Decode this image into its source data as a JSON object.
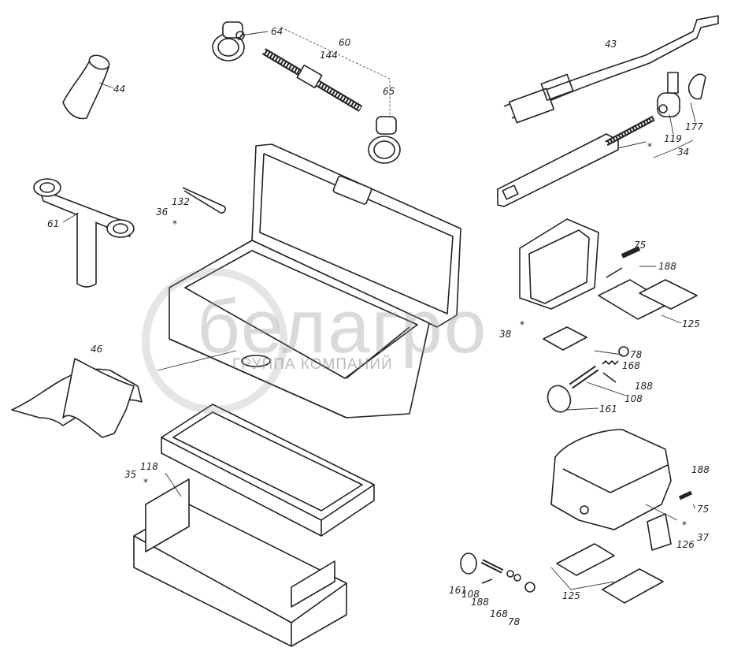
{
  "diagram": {
    "watermark": {
      "brand": "белагро",
      "subtitle": "ГРУППА КОМПАНИЙ"
    },
    "labels": {
      "l64": "64",
      "l60": "60",
      "l144": "144",
      "l65": "65",
      "l44": "44",
      "l43": "43",
      "l119": "119",
      "l177": "177",
      "l34": "34",
      "l36": "36",
      "l132": "132",
      "l61": "61",
      "l75a": "75",
      "l188a": "188",
      "l125a": "125",
      "l38": "38",
      "l78a": "78",
      "l168a": "168",
      "l188b": "188",
      "l108a": "108",
      "l161a": "161",
      "l46": "46",
      "l35": "35",
      "l118": "118",
      "l188c": "188",
      "l75b": "75",
      "l37": "37",
      "l126": "126",
      "l125b": "125",
      "l161b": "161",
      "l108b": "108",
      "l188d": "188",
      "l168b": "168",
      "l78b": "78",
      "star": "*"
    }
  }
}
